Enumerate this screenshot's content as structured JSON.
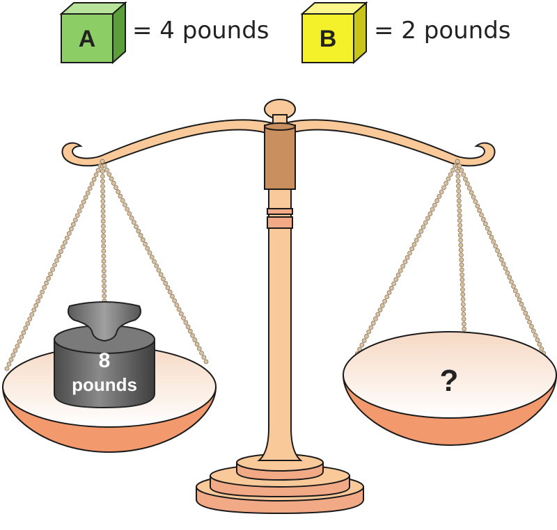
{
  "legend": {
    "a": {
      "letter": "A",
      "label": "= 4 pounds",
      "color": "#8ccd66"
    },
    "b": {
      "letter": "B",
      "label": "= 2 pounds",
      "color": "#f4f02a"
    }
  },
  "left_pan": {
    "weight_value": "8",
    "weight_unit": "pounds"
  },
  "right_pan": {
    "unknown": "?"
  },
  "colors": {
    "scale_fill": "#f9c99a",
    "scale_stroke": "#1a1a1a",
    "collar": "#c98f5e",
    "pan_bottom": "#f29a6e",
    "chain": "#d9c3a3",
    "weight": "#6b6b6b"
  }
}
